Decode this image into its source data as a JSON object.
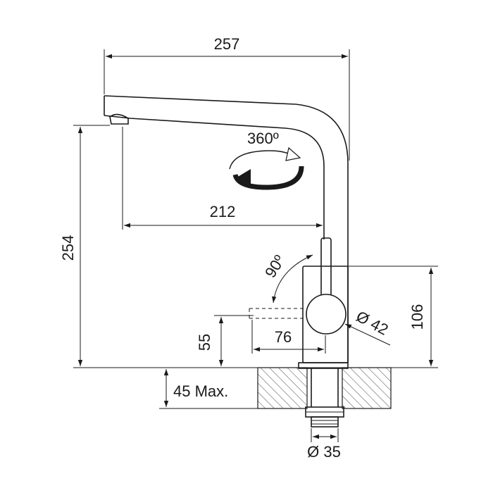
{
  "dimensions": {
    "total_width": "257",
    "total_height": "254",
    "spout_reach": "212",
    "rotation": "360º",
    "lever_angle": "90º",
    "body_height": "106",
    "body_diameter": "Ø 42",
    "lever_length": "76",
    "lever_height": "55",
    "max_thickness": "45 Max.",
    "hole_diameter": "Ø 35"
  },
  "colors": {
    "line": "#1a1a1a",
    "hatch": "#555555",
    "background": "#ffffff"
  }
}
